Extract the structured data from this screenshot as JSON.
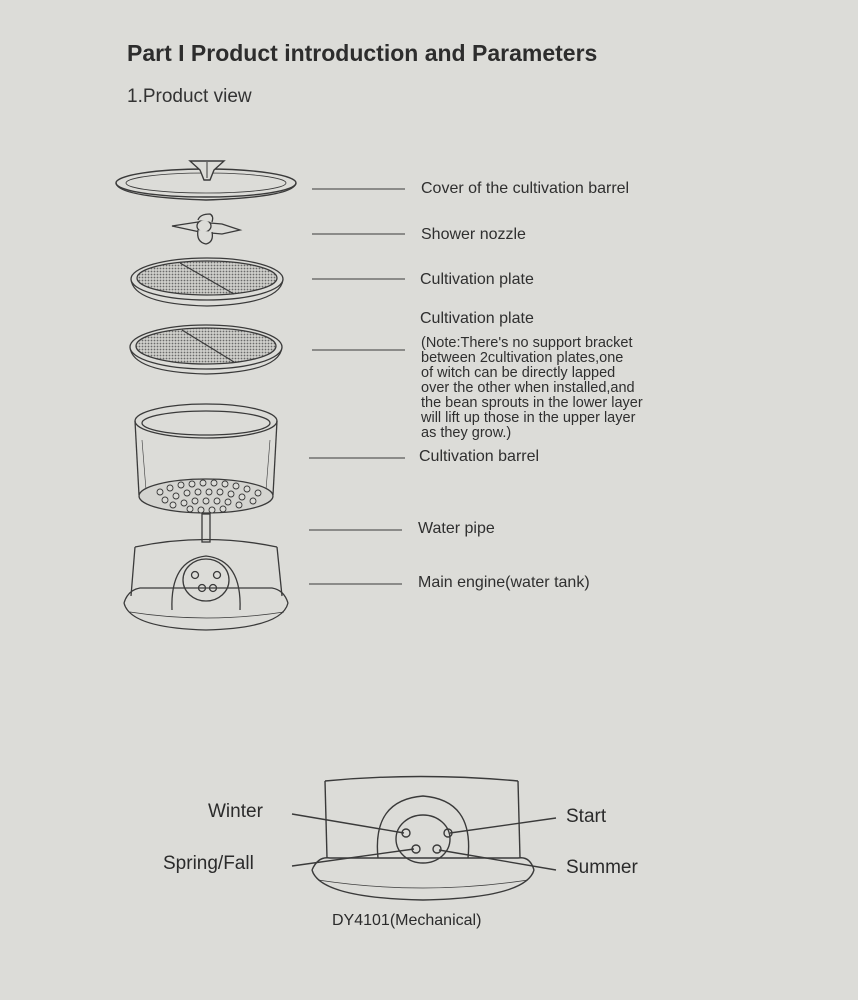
{
  "heading": "Part I Product introduction and Parameters",
  "section": "1.Product view",
  "parts": {
    "cover": "Cover of the cultivation barrel",
    "nozzle": "Shower nozzle",
    "plate1": "Cultivation  plate",
    "plate2": "Cultivation  plate",
    "note_lines": [
      "(Note:There's no support bracket",
      "between  2cultivation plates,one",
      "of witch can be directly lapped",
      "over the other when installed,and",
      "the bean sprouts in the lower layer",
      "will lift up those in the upper layer",
      "as they grow.)"
    ],
    "barrel": "Cultivation barrel",
    "pipe": "Water pipe",
    "engine": "Main engine(water tank)"
  },
  "controls": {
    "winter": "Winter",
    "spring_fall": "Spring/Fall",
    "start": "Start",
    "summer": "Summer",
    "model": "DY4101(Mechanical)"
  }
}
